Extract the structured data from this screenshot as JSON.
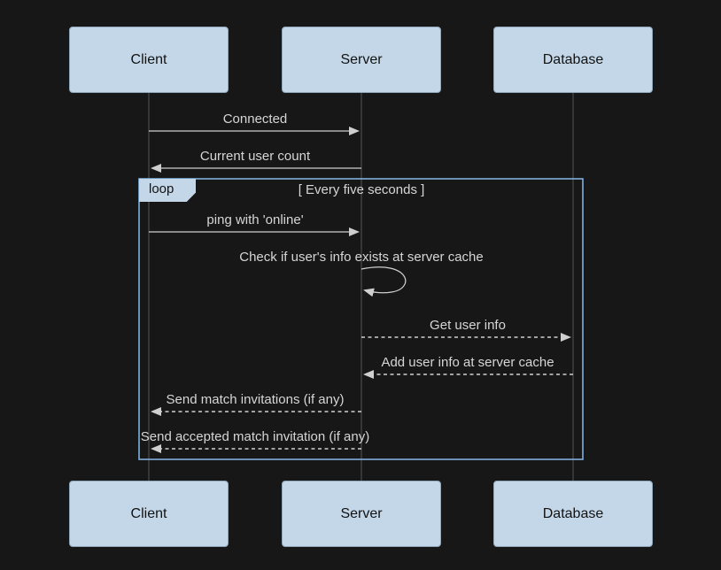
{
  "diagram": {
    "type": "sequence-diagram",
    "actors": [
      "Client",
      "Server",
      "Database"
    ],
    "loop": {
      "label": "loop",
      "condition": "[ Every five seconds ]"
    },
    "messages": [
      {
        "label": "Connected",
        "from": "Client",
        "to": "Server",
        "line": "solid"
      },
      {
        "label": "Current user count",
        "from": "Server",
        "to": "Client",
        "line": "solid"
      },
      {
        "label": "ping with 'online'",
        "from": "Client",
        "to": "Server",
        "line": "solid"
      },
      {
        "label": "Check if user's info exists at server cache",
        "from": "Server",
        "to": "Server",
        "line": "self-loop"
      },
      {
        "label": "Get user info",
        "from": "Server",
        "to": "Database",
        "line": "dashed"
      },
      {
        "label": "Add user info at server cache",
        "from": "Database",
        "to": "Server",
        "line": "dashed"
      },
      {
        "label": "Send match invitations (if any)",
        "from": "Server",
        "to": "Client",
        "line": "dashed"
      },
      {
        "label": "Send accepted match invitation (if any)",
        "from": "Server",
        "to": "Client",
        "line": "dashed"
      }
    ]
  },
  "colors": {
    "background": "#171717",
    "actor-fill": "#c3d7e9",
    "actor-border": "#8ea9bd",
    "loop-border": "#7fb0dd",
    "arrow": "#cfcfcf",
    "text": "#d6d6d6",
    "lifeline": "#565656"
  }
}
